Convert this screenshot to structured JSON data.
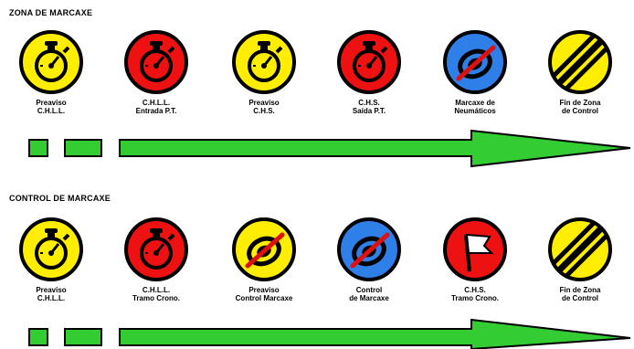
{
  "sections": [
    {
      "title": "ZONA DE MARCAXE",
      "signs": [
        {
          "icon": "stopwatch-icon",
          "bg": "#ffee00",
          "line1": "Preaviso",
          "line2": "C.H.L.L."
        },
        {
          "icon": "stopwatch-icon",
          "bg": "#ee1111",
          "line1": "C.H.L.L.",
          "line2": "Entrada P.T."
        },
        {
          "icon": "stopwatch-icon",
          "bg": "#ffee00",
          "line1": "Preaviso",
          "line2": "C.H.S."
        },
        {
          "icon": "stopwatch-icon",
          "bg": "#ee1111",
          "line1": "C.H.S.",
          "line2": "Saída P.T."
        },
        {
          "icon": "tyre-marking-icon",
          "bg": "#2f7fe8",
          "line1": "Marcaxe de",
          "line2": "Neumáticos"
        },
        {
          "icon": "end-of-zone-icon",
          "bg": "#ffee00",
          "line1": "Fin de Zona",
          "line2": "de Control"
        }
      ]
    },
    {
      "title": "CONTROL DE MARCAXE",
      "signs": [
        {
          "icon": "stopwatch-icon",
          "bg": "#ffee00",
          "line1": "Preaviso",
          "line2": "C.H.L.L."
        },
        {
          "icon": "stopwatch-icon",
          "bg": "#ee1111",
          "line1": "C.H.L.L.",
          "line2": "Tramo Crono."
        },
        {
          "icon": "tyre-marking-icon",
          "bg": "#ffee00",
          "line1": "Preaviso",
          "line2": "Control Marcaxe"
        },
        {
          "icon": "tyre-marking-icon",
          "bg": "#2f7fe8",
          "line1": "Control",
          "line2": "de Marcaxe"
        },
        {
          "icon": "flag-icon",
          "bg": "#ee1111",
          "line1": "C.H.S.",
          "line2": "Tramo Crono."
        },
        {
          "icon": "end-of-zone-icon",
          "bg": "#ffee00",
          "line1": "Fin de Zona",
          "line2": "de Control"
        }
      ]
    }
  ],
  "colors": {
    "arrow": "#33cc33",
    "outline": "#000000"
  }
}
